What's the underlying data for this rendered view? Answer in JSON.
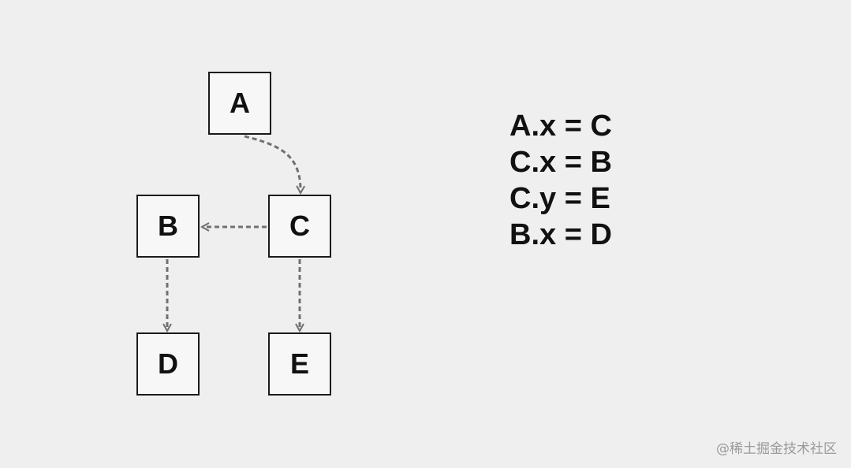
{
  "diagram": {
    "nodes": [
      {
        "id": "a",
        "label": "A"
      },
      {
        "id": "b",
        "label": "B"
      },
      {
        "id": "c",
        "label": "C"
      },
      {
        "id": "d",
        "label": "D"
      },
      {
        "id": "e",
        "label": "E"
      }
    ],
    "edges": [
      {
        "from": "A",
        "to": "C",
        "style": "dashed"
      },
      {
        "from": "C",
        "to": "B",
        "style": "dashed"
      },
      {
        "from": "C",
        "to": "E",
        "style": "dashed"
      },
      {
        "from": "B",
        "to": "D",
        "style": "dashed"
      }
    ],
    "edge_color": "#707070"
  },
  "assignments": [
    "A.x = C",
    "C.x = B",
    "C.y = E",
    "B.x = D"
  ],
  "watermark": "@稀土掘金技术社区"
}
